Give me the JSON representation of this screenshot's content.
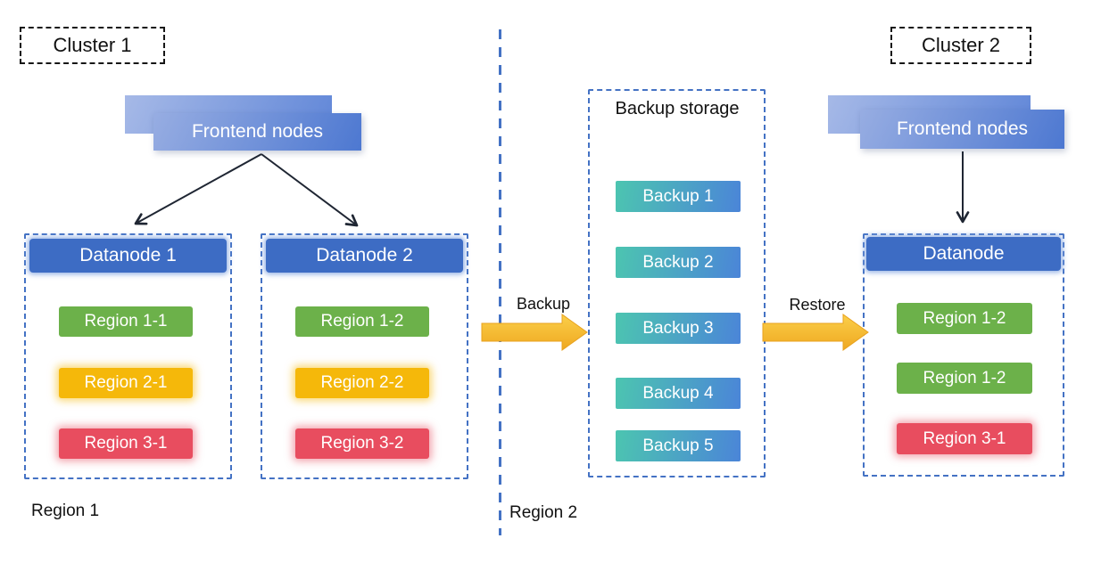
{
  "cluster1": {
    "label": "Cluster 1",
    "frontend_label": "Frontend nodes",
    "datanodes": [
      {
        "title": "Datanode 1",
        "regions": [
          {
            "label": "Region 1-1",
            "color": "green"
          },
          {
            "label": "Region 2-1",
            "color": "yellow"
          },
          {
            "label": "Region 3-1",
            "color": "red"
          }
        ]
      },
      {
        "title": "Datanode 2",
        "regions": [
          {
            "label": "Region 1-2",
            "color": "green"
          },
          {
            "label": "Region 2-2",
            "color": "yellow"
          },
          {
            "label": "Region 3-2",
            "color": "red"
          }
        ]
      }
    ]
  },
  "backup_storage": {
    "title": "Backup storage",
    "items": [
      "Backup 1",
      "Backup 2",
      "Backup 3",
      "Backup 4",
      "Backup 5"
    ]
  },
  "flows": {
    "backup_label": "Backup",
    "restore_label": "Restore"
  },
  "cluster2": {
    "label": "Cluster 2",
    "frontend_label": "Frontend nodes",
    "datanode": {
      "title": "Datanode",
      "regions": [
        {
          "label": "Region 1-2",
          "color": "green"
        },
        {
          "label": "Region 1-2",
          "color": "green"
        },
        {
          "label": "Region 3-1",
          "color": "red"
        }
      ]
    }
  },
  "footer": {
    "region1_label": "Region 1",
    "region2_label": "Region 2"
  },
  "colors": {
    "dashed_border_blue": "#4472C4",
    "node_header_blue": "#3D6CC4",
    "frontend_gradient_start": "#97ADE2",
    "frontend_gradient_end": "#4D78D1",
    "region_green": "#6CB14A",
    "region_yellow": "#F5B80A",
    "region_red": "#E84D5F",
    "backup_gradient_start": "#4CC5B0",
    "backup_gradient_end": "#4B85D8",
    "flow_arrow_gold_top": "#FBD04A",
    "flow_arrow_gold_bottom": "#EFA820",
    "connector_line": "#1F2633"
  }
}
